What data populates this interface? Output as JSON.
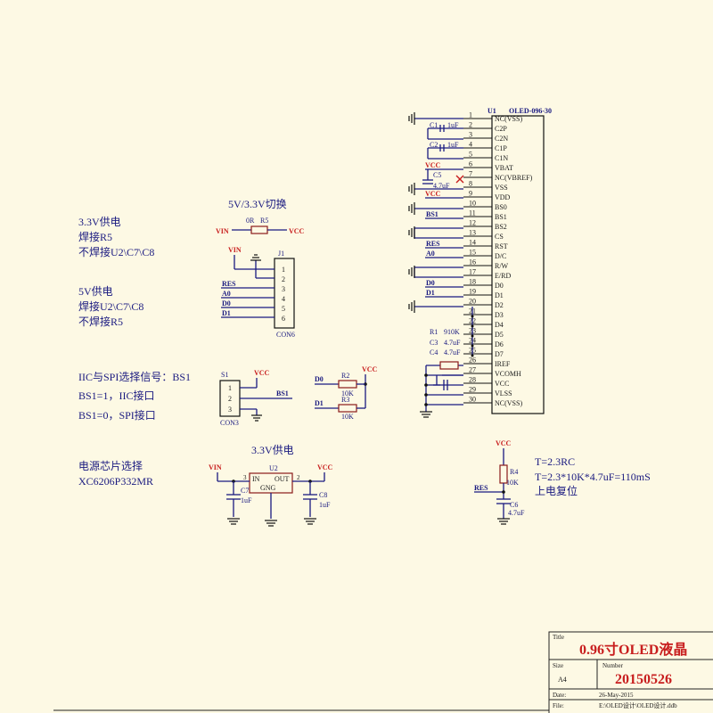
{
  "notes": {
    "switch_title": "5V/3.3V切换",
    "v33_a": "3.3V供电",
    "v33_b": "焊接R5",
    "v33_c": "不焊接U2\\C7\\C8",
    "v5_a": "5V供电",
    "v5_b": "焊接U2\\C7\\C8",
    "v5_c": "不焊接R5",
    "iic_title": "IIC与SPI选择信号：BS1",
    "iic_a": "BS1=1，IIC接口",
    "iic_b": "BS1=0，SPI接口",
    "chip_a": "电源芯片选择",
    "chip_b": "XC6206P332MR",
    "supply_title": "3.3V供电",
    "rc_a": "T=2.3RC",
    "rc_b": "T=2.3*10K*4.7uF=110mS",
    "rc_c": "上电复位"
  },
  "oled": {
    "ref": "U1",
    "part": "OLED-096-30",
    "pins": [
      {
        "n": "1",
        "name": "NC(VSS)"
      },
      {
        "n": "2",
        "name": "C2P"
      },
      {
        "n": "3",
        "name": "C2N"
      },
      {
        "n": "4",
        "name": "C1P"
      },
      {
        "n": "5",
        "name": "C1N"
      },
      {
        "n": "6",
        "name": "VBAT"
      },
      {
        "n": "7",
        "name": "NC(VBREF)"
      },
      {
        "n": "8",
        "name": "VSS"
      },
      {
        "n": "9",
        "name": "VDD"
      },
      {
        "n": "10",
        "name": "BS0"
      },
      {
        "n": "11",
        "name": "BS1"
      },
      {
        "n": "12",
        "name": "BS2"
      },
      {
        "n": "13",
        "name": "CS"
      },
      {
        "n": "14",
        "name": "RST"
      },
      {
        "n": "15",
        "name": "D/C"
      },
      {
        "n": "16",
        "name": "R/W"
      },
      {
        "n": "17",
        "name": "E/RD"
      },
      {
        "n": "18",
        "name": "D0"
      },
      {
        "n": "19",
        "name": "D1"
      },
      {
        "n": "20",
        "name": "D2"
      },
      {
        "n": "21",
        "name": "D3"
      },
      {
        "n": "22",
        "name": "D4"
      },
      {
        "n": "23",
        "name": "D5"
      },
      {
        "n": "24",
        "name": "D6"
      },
      {
        "n": "25",
        "name": "D7"
      },
      {
        "n": "26",
        "name": "IREF"
      },
      {
        "n": "27",
        "name": "VCOMH"
      },
      {
        "n": "28",
        "name": "VCC"
      },
      {
        "n": "29",
        "name": "VLSS"
      },
      {
        "n": "30",
        "name": "NC(VSS)"
      }
    ],
    "side": {
      "c1": "C1",
      "c1v": "1uF",
      "c2": "C2",
      "c2v": "1uF",
      "vcc": "VCC",
      "c5": "C5",
      "c5v": "4.7uF",
      "vcc2": "VCC",
      "bs1": "BS1",
      "res": "RES",
      "a0": "A0",
      "d0": "D0",
      "d1": "D1",
      "r1": "R1",
      "r1v": "910K",
      "c3": "C3",
      "c3v": "4.7uF",
      "c4": "C4",
      "c4v": "4.7uF"
    }
  },
  "r5": {
    "ref": "R5",
    "val": "0R",
    "vin": "VIN",
    "vcc": "VCC"
  },
  "j1": {
    "ref": "J1",
    "part": "CON6",
    "vin": "VIN",
    "nets": [
      "RES",
      "A0",
      "D0",
      "D1"
    ],
    "pins": [
      "1",
      "2",
      "3",
      "4",
      "5",
      "6"
    ]
  },
  "s1": {
    "ref": "S1",
    "part": "CON3",
    "vcc": "VCC",
    "bs1": "BS1",
    "pins": [
      "1",
      "2",
      "3"
    ]
  },
  "pull": {
    "vcc": "VCC",
    "d0": "D0",
    "r2": "R2",
    "r2v": "10K",
    "d1": "D1",
    "r3": "R3",
    "r3v": "10K"
  },
  "u2": {
    "ref": "U2",
    "in": "IN",
    "out": "OUT",
    "gnd": "GNG",
    "vin": "VIN",
    "vcc": "VCC",
    "pin_in": "3",
    "pin_out": "2",
    "c7": "C7",
    "c7v": "1uF",
    "c8": "C8",
    "c8v": "1uF"
  },
  "reset": {
    "vcc": "VCC",
    "r4": "R4",
    "r4v": "10K",
    "res": "RES",
    "c6": "C6",
    "c6v": "4.7uF"
  },
  "titleblock": {
    "title_label": "Title",
    "title": "0.96寸OLED液晶",
    "size_label": "Size",
    "size": "A4",
    "number_label": "Number",
    "number": "20150526",
    "date_label": "Date:",
    "date": "26-May-2015",
    "file_label": "File:",
    "file": "E:\\OLED设计\\OLED设计.ddb"
  }
}
